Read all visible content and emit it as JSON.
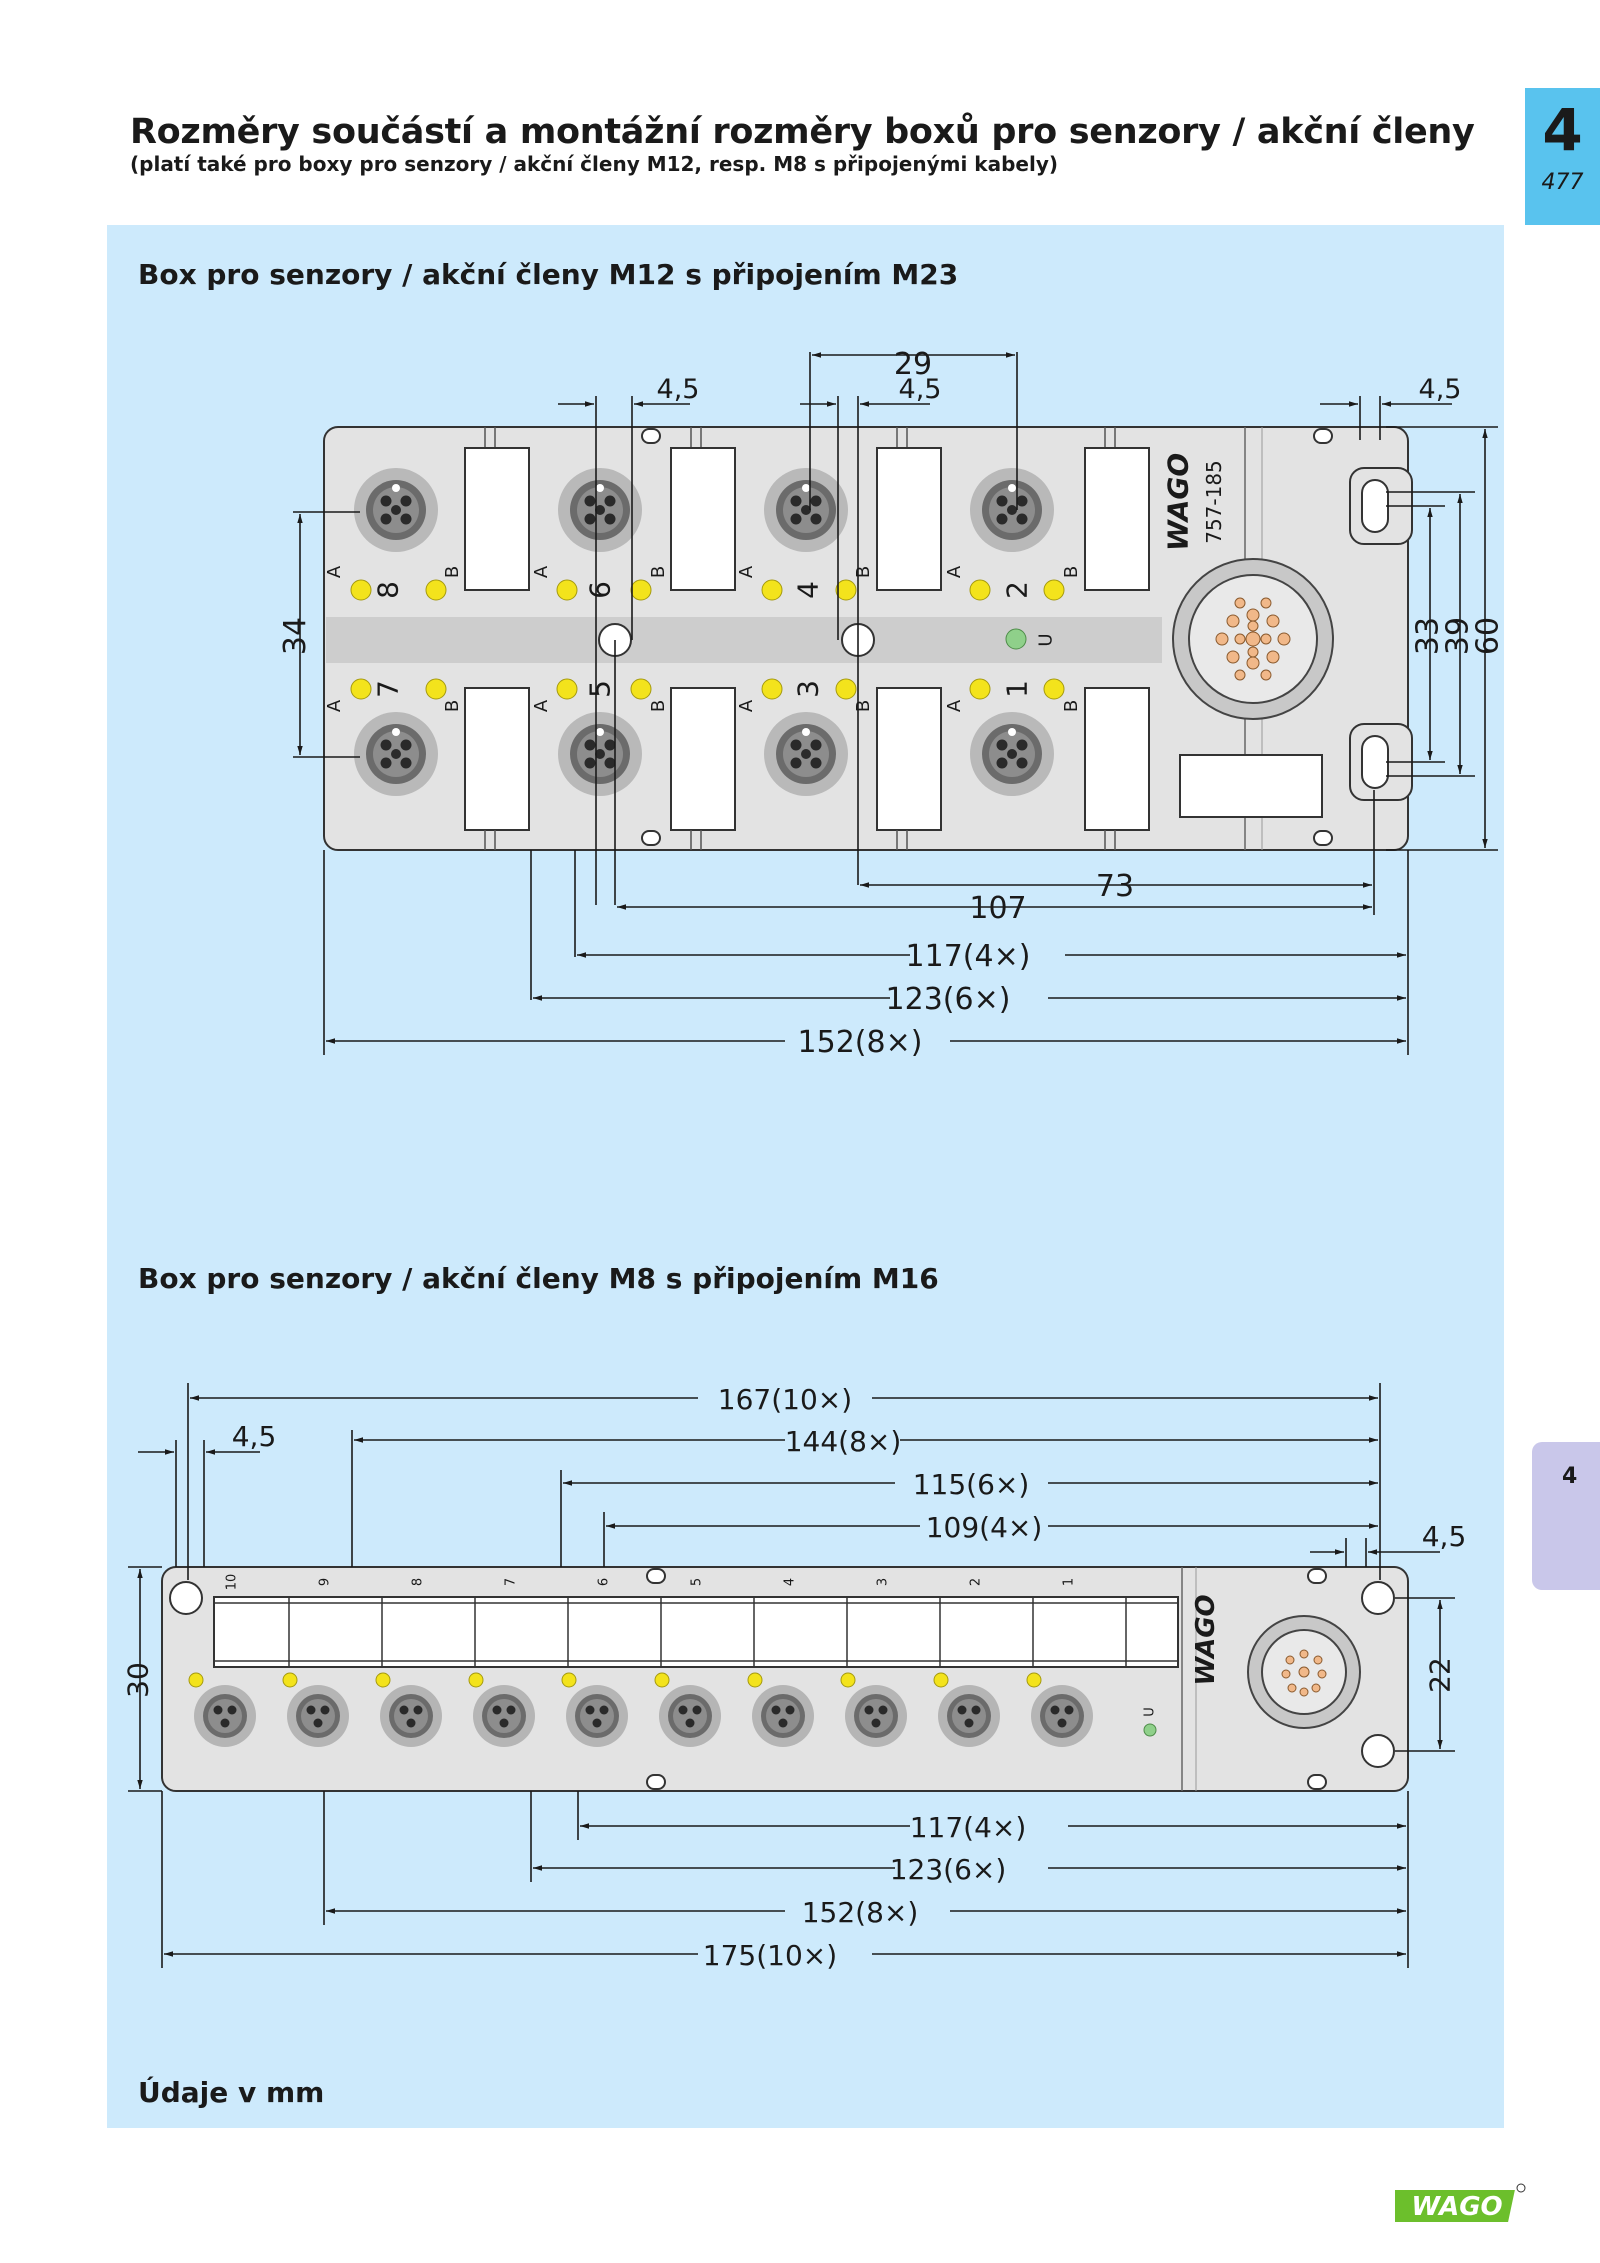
{
  "header": {
    "title": "Rozměry součástí a montážní rozměry boxů pro senzory / akční členy",
    "subtitle": "(platí také pro boxy pro senzory / akční členy M12, resp. M8 s připojenými kabely)"
  },
  "tab": {
    "chapter": "4",
    "page": "477",
    "side_chapter": "4"
  },
  "section1": {
    "caption": "Box pro senzory / akční členy M12 s připojením M23",
    "article_number": "757-185",
    "brand": "WAGO",
    "dimensions": {
      "top_29": "29",
      "top_4_5_a": "4,5",
      "top_4_5_b": "4,5",
      "top_4_5_right": "4,5",
      "left_34": "34",
      "right_33": "33",
      "right_39": "39",
      "right_60": "60",
      "d73": "73",
      "d107": "107",
      "d117": "117(4×)",
      "d123": "123(6×)",
      "d152": "152(8×)"
    },
    "port_numbers_top": [
      "8",
      "6",
      "4",
      "2"
    ],
    "port_numbers_bottom": [
      "7",
      "5",
      "3",
      "1"
    ],
    "label_a": "A",
    "label_b": "B",
    "label_u": "U"
  },
  "section2": {
    "caption": "Box pro senzory / akční členy M8 s připojením M16",
    "brand": "WAGO",
    "slot_numbers": [
      "10",
      "9",
      "8",
      "7",
      "6",
      "5",
      "4",
      "3",
      "2",
      "1"
    ],
    "label_u": "U",
    "dimensions": {
      "d167": "167(10×)",
      "d144": "144(8×)",
      "d115": "115(6×)",
      "d109": "109(4×)",
      "left_4_5": "4,5",
      "right_4_5": "4,5",
      "left_30": "30",
      "right_22": "22",
      "d117": "117(4×)",
      "d123": "123(6×)",
      "d152": "152(8×)",
      "d175": "175(10×)"
    }
  },
  "footer": {
    "units": "Údaje v mm",
    "logo": "WAGO"
  },
  "colors": {
    "panel": "#cdeafc",
    "tab": "#59c3ee",
    "side_tab": "#c9c7ea",
    "led_yellow": "#f3e31c",
    "led_green": "#8fd08a",
    "logo_green": "#6cbf2c"
  }
}
